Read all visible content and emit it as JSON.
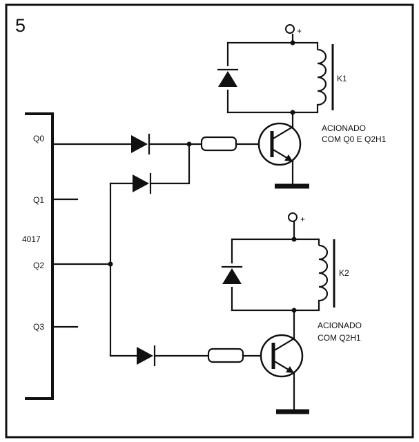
{
  "figure_number": "5",
  "ic": {
    "name": "4017",
    "pins": [
      "Q0",
      "Q1",
      "Q2",
      "Q3"
    ]
  },
  "supply_symbol": "+",
  "relays": [
    {
      "label": "K1",
      "note_line1": "ACIONADO",
      "note_line2": "COM Q0 E Q2H1"
    },
    {
      "label": "K2",
      "note_line1": "ACIONADO",
      "note_line2": "COM Q2H1"
    }
  ]
}
